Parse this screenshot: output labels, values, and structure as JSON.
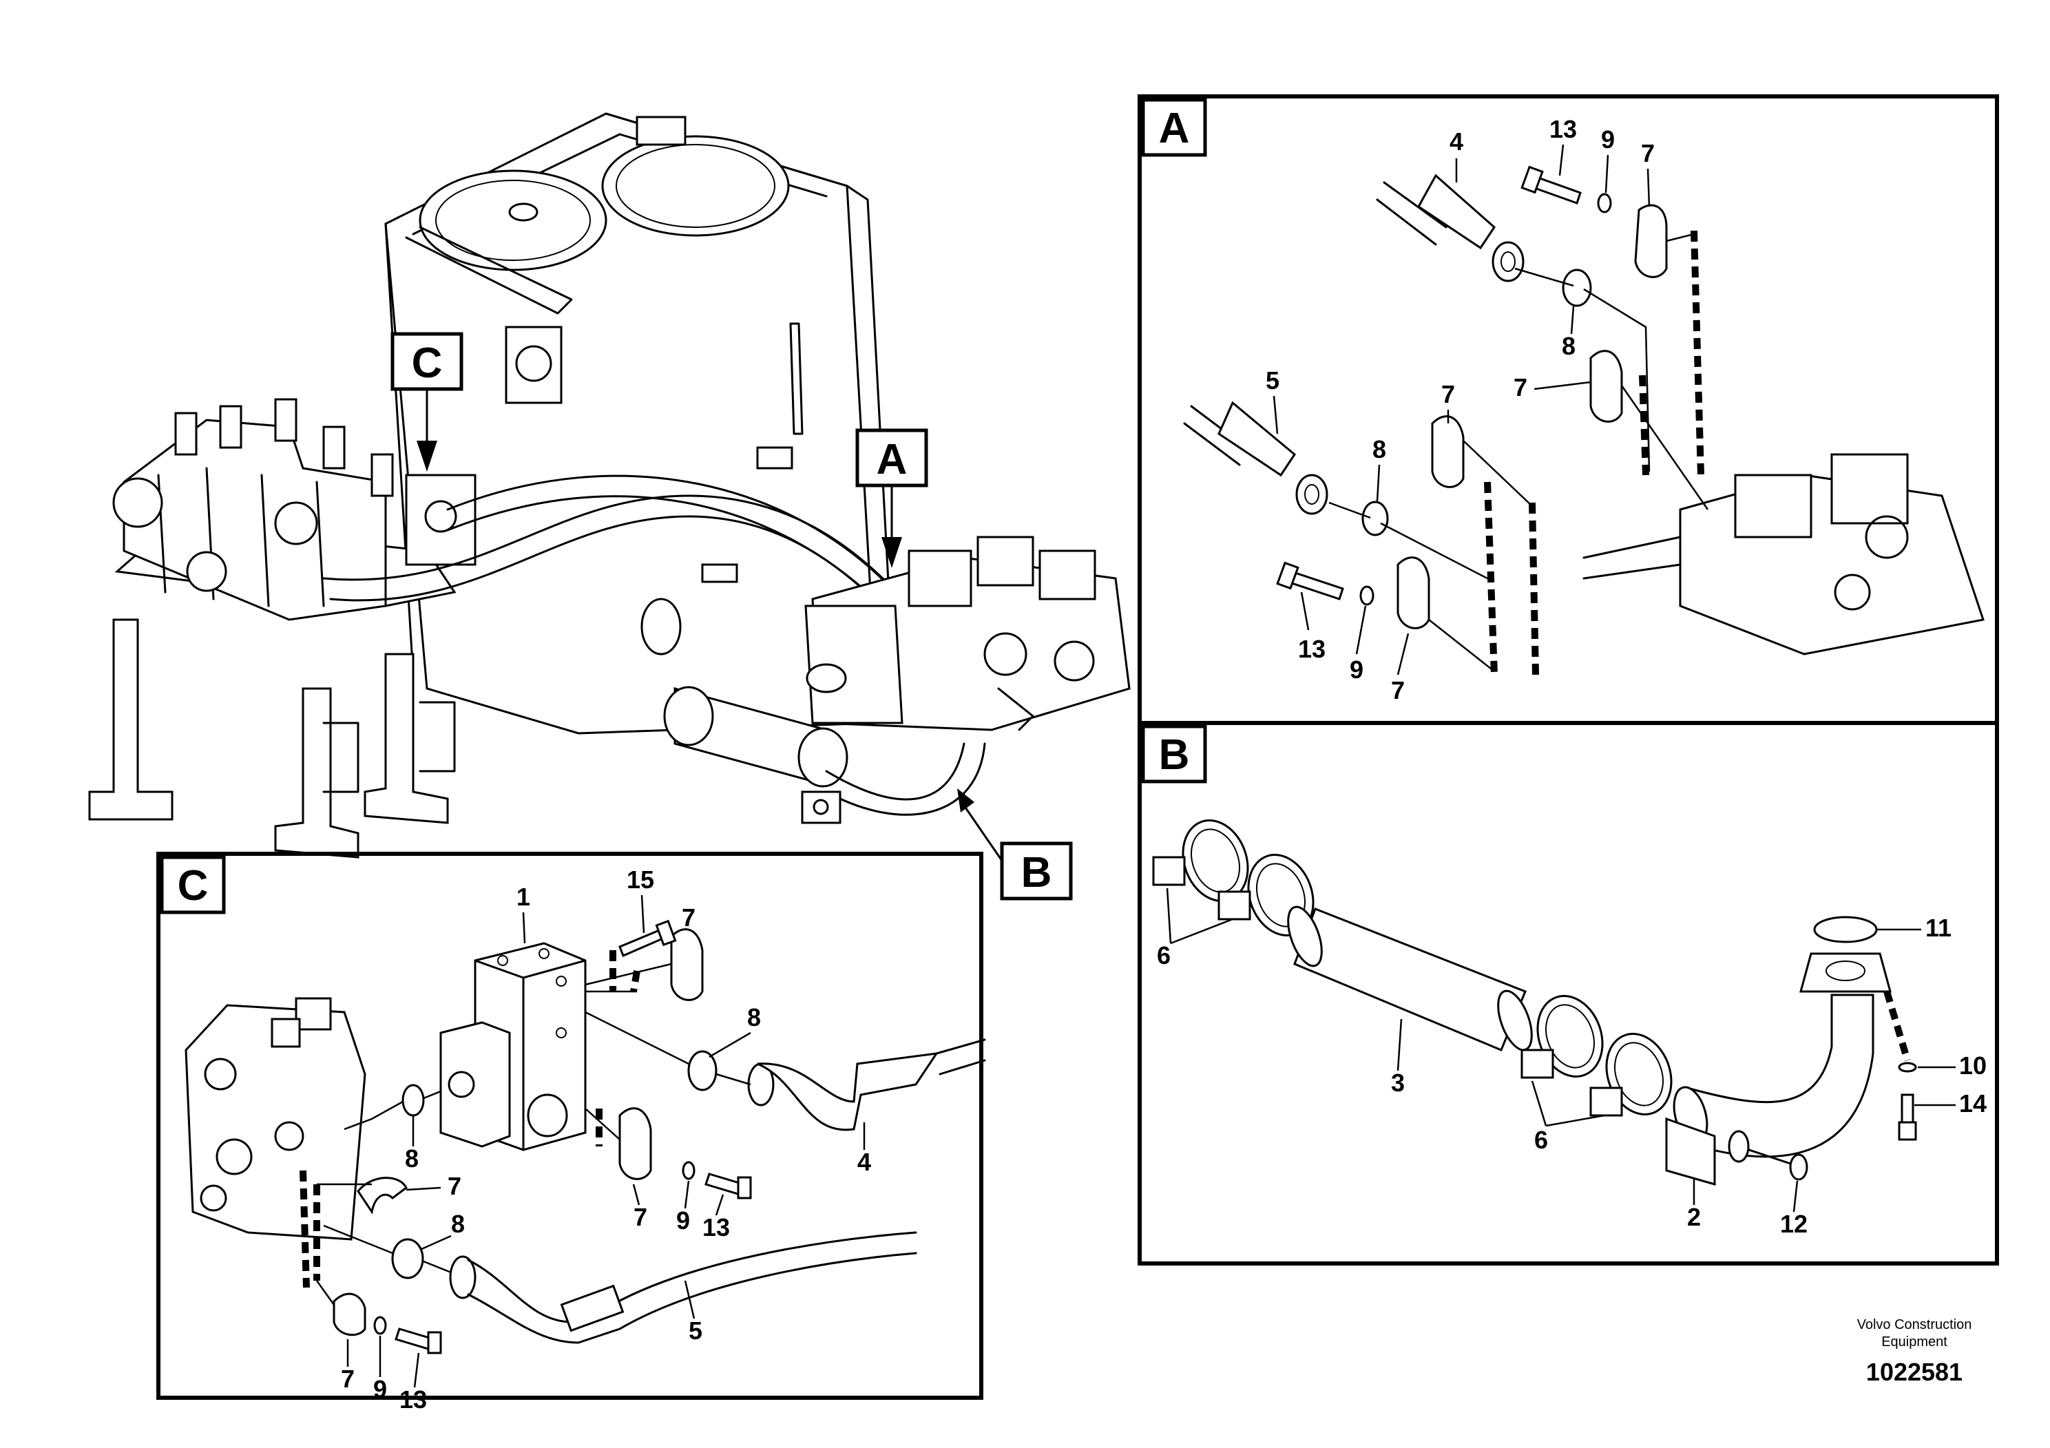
{
  "callouts": {
    "a": "A",
    "b": "B",
    "c": "C"
  },
  "detail_a": {
    "title": "A",
    "labels": {
      "hose_4": "4",
      "hose_5": "5",
      "bolt_13_top": "13",
      "washer_9_top": "9",
      "clamp_7_top": "7",
      "oring_8_top": "8",
      "clamp_7_mid": "7",
      "clamp_7_left": "7",
      "oring_8_left": "8",
      "bolt_13_bottom": "13",
      "washer_9_bottom": "9",
      "clamp_7_bottom": "7"
    }
  },
  "detail_b": {
    "title": "B",
    "labels": {
      "clamps_6_left": "6",
      "tube_3": "3",
      "clamps_6_right": "6",
      "oring_11": "11",
      "washer_10": "10",
      "bolt_14": "14",
      "flange_2": "2",
      "oring_12": "12"
    }
  },
  "detail_c": {
    "title": "C",
    "labels": {
      "block_1": "1",
      "bolt_15": "15",
      "clamp_7_top": "7",
      "oring_8_right": "8",
      "hose_4": "4",
      "oring_8_left": "8",
      "clamp_7_left": "7",
      "oring_8_mid": "8",
      "clamp_7_center": "7",
      "washer_9_center": "9",
      "bolt_13_center": "13",
      "hose_5": "5",
      "clamp_7_bottom": "7",
      "washer_9_bottom": "9",
      "bolt_13_bottom": "13"
    }
  },
  "footer": {
    "credit_line1": "Volvo Construction",
    "credit_line2": "Equipment",
    "doc_number": "1022581"
  }
}
